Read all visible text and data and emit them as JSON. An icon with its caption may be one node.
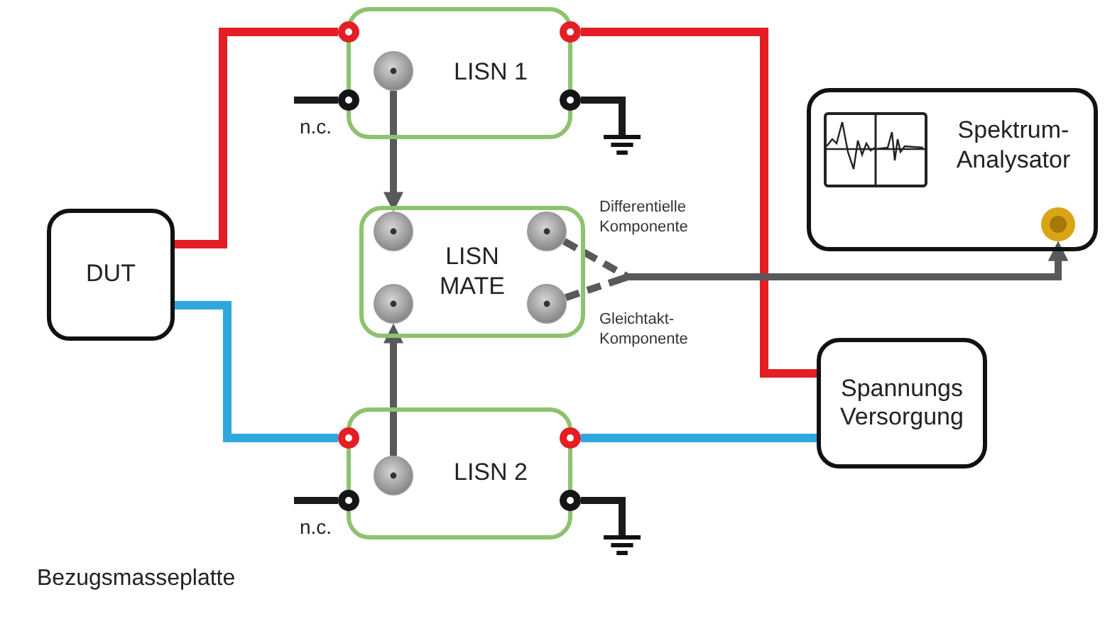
{
  "diagram": {
    "nodes": [
      {
        "text": [
          "DUT"
        ]
      },
      {
        "text": [
          "LISN 1"
        ]
      },
      {
        "text": [],
        "shape": "circle"
      },
      {
        "text": [],
        "shape": "circle"
      },
      {
        "text": [],
        "shape": "circle",
        "in": 1
      },
      {
        "text": [],
        "shape": "circle"
      },
      {
        "text": [],
        "shape": "circle"
      },
      {
        "text": [],
        "shape": "ground"
      },
      {
        "text": [
          "LISN MATE"
        ]
      },
      {
        "text": [],
        "shape": "circle",
        "in": 8
      },
      {
        "text": [],
        "shape": "circle",
        "in": 8
      },
      {
        "text": [],
        "shape": "circle",
        "in": 8,
        "beside": [
          "Differentielle Komponente"
        ]
      },
      {
        "text": [],
        "shape": "circle",
        "in": 8,
        "beside": [
          "Gleichtakt- Komponente"
        ]
      },
      {
        "text": [
          "LISN 2"
        ]
      },
      {
        "text": [],
        "shape": "circle"
      },
      {
        "text": [],
        "shape": "circle"
      },
      {
        "text": [],
        "shape": "circle",
        "in": 13
      },
      {
        "text": [],
        "shape": "circle"
      },
      {
        "text": [],
        "shape": "circle"
      },
      {
        "text": [],
        "shape": "ground"
      },
      {
        "text": [
          "Spektrum- Analysator"
        ]
      },
      {
        "text": [],
        "shape": "circle",
        "in": 20
      },
      {
        "text": [
          "Spannungs Versorgung"
        ]
      }
    ],
    "edges": [
      {
        "from": 0,
        "to": 2,
        "arrow": "none",
        "color": "#e31e24"
      },
      {
        "from": 0,
        "to": 14,
        "arrow": "none",
        "color": "#2ea7de"
      },
      {
        "from": 3,
        "to": 22,
        "arrow": "none",
        "color": "#e31e24"
      },
      {
        "from": 15,
        "to": 22,
        "arrow": "none",
        "color": "#2ea7de"
      },
      {
        "from": null,
        "to": 5,
        "arrow": "none",
        "label": "n.c.",
        "color": "#1a1a1a"
      },
      {
        "from": 6,
        "to": 7,
        "arrow": "none",
        "color": "#1a1a1a"
      },
      {
        "from": 4,
        "to": 9,
        "arrow": "to"
      },
      {
        "from": 16,
        "to": 10,
        "arrow": "to"
      },
      {
        "from": 11,
        "to": 21,
        "arrow": "to",
        "style": "dashed"
      },
      {
        "from": 12,
        "to": 21,
        "arrow": "to",
        "style": "dashed"
      },
      {
        "from": null,
        "to": 17,
        "arrow": "none",
        "label": "n.c.",
        "color": "#1a1a1a"
      },
      {
        "from": 18,
        "to": 19,
        "arrow": "none",
        "color": "#1a1a1a"
      }
    ],
    "labels": [
      "Bezugsmasseplatte"
    ]
  }
}
